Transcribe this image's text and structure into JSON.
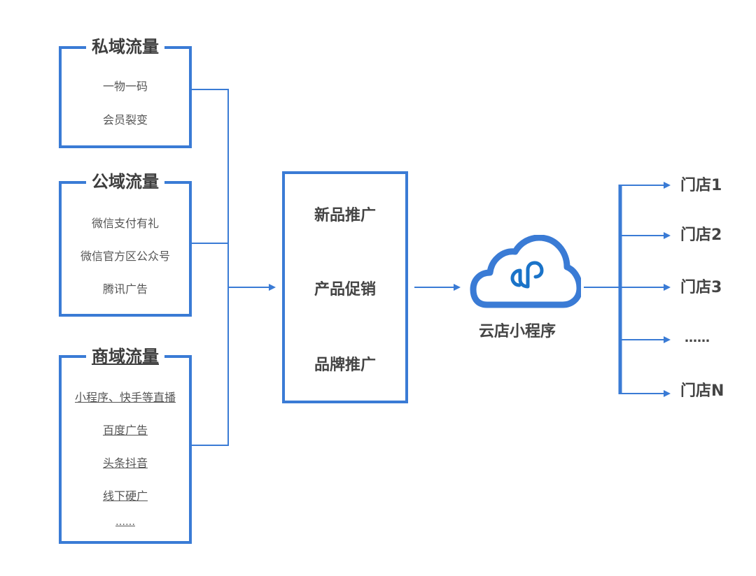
{
  "private_traffic": {
    "title": "私域流量",
    "items": [
      "一物一码",
      "会员裂变"
    ]
  },
  "public_traffic": {
    "title": "公域流量",
    "items": [
      "微信支付有礼",
      "微信官方区公众号",
      "腾讯广告"
    ]
  },
  "commercial_traffic": {
    "title": "商域流量",
    "items": [
      "小程序、快手等直播",
      "百度广告",
      "头条抖音",
      "线下硬广",
      "……"
    ]
  },
  "marketing": {
    "items": [
      "新品推广",
      "产品促销",
      "品牌推广"
    ]
  },
  "cloud": {
    "label": "云店小程序"
  },
  "stores": [
    "门店1",
    "门店2",
    "门店3",
    "……",
    "门店N"
  ],
  "colors": {
    "accent": "#3a7bd5",
    "text": "#444444"
  }
}
